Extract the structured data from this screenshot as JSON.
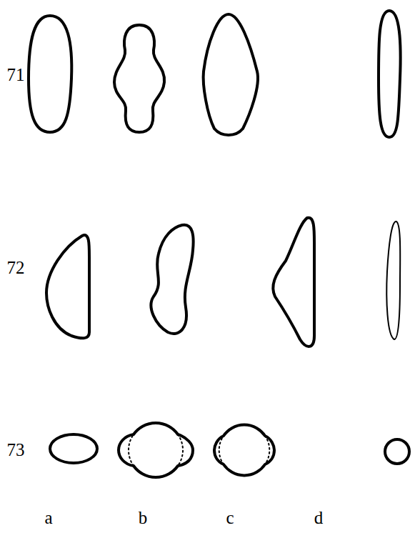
{
  "diagram": {
    "labels": [
      "71",
      "72",
      "73",
      "a",
      "b",
      "c",
      "d"
    ]
  }
}
